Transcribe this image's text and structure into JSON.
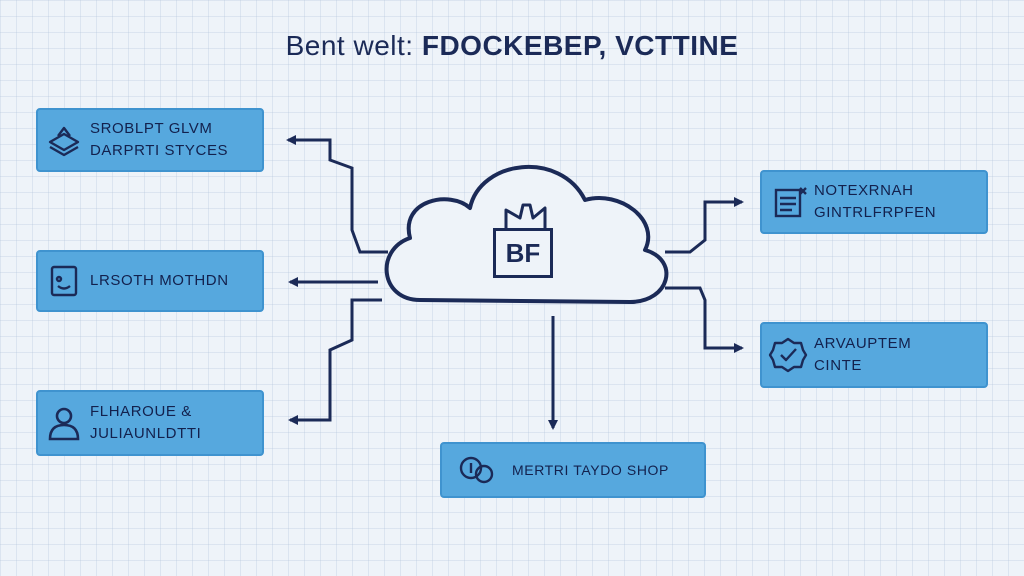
{
  "title": {
    "lead": "Bent welt:",
    "strong": "FDOCKEBEP, VCTTINE"
  },
  "cloud": {
    "label": "BF",
    "icon": "gift-icon"
  },
  "nodes": {
    "n1": {
      "lines": [
        "SROBLPT GLVM",
        "DARPRTI STYCES"
      ],
      "icon": "layers-icon"
    },
    "n2": {
      "lines": [
        "LRSOTH MOTHDN"
      ],
      "icon": "tablet-icon"
    },
    "n3": {
      "lines": [
        "FLHAROUE &",
        "JULIAUNLDTTI"
      ],
      "icon": "user-icon"
    },
    "n4": {
      "lines": [
        "NOTEXRNAH",
        "GINTRLFRPFEN"
      ],
      "icon": "document-icon"
    },
    "n5": {
      "lines": [
        "ARVAUPTEM",
        "CINTE"
      ],
      "icon": "badge-check-icon"
    },
    "n6": {
      "lines": [
        "MERTRI TAYDO SHOP"
      ],
      "icon": "coins-icon"
    }
  },
  "colors": {
    "node_fill": "#56a8de",
    "ink": "#1b2a57",
    "background": "#eef3f9"
  }
}
